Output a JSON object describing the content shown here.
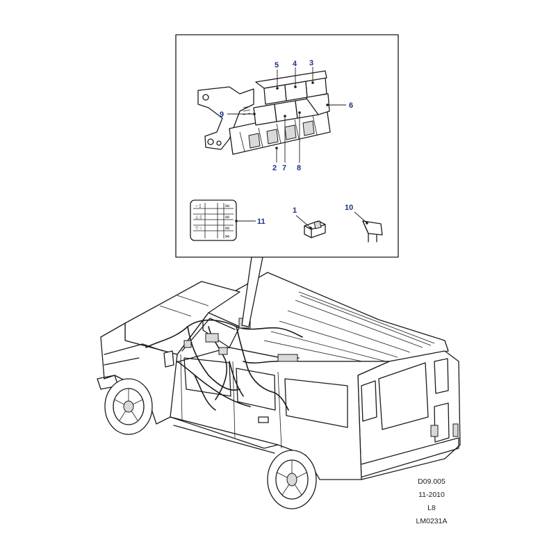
{
  "callouts": {
    "c1": "1",
    "c2": "2",
    "c3": "3",
    "c4": "4",
    "c5": "5",
    "c6": "6",
    "c7": "7",
    "c8": "8",
    "c9": "9",
    "c10": "10",
    "c11": "11"
  },
  "reference": {
    "diagram_code": "D09.005",
    "date": "11-2010",
    "level": "L8",
    "illustration_code": "LM0231A"
  },
  "colors": {
    "callout": "#1a2f8a",
    "line": "#1a1a1a"
  }
}
